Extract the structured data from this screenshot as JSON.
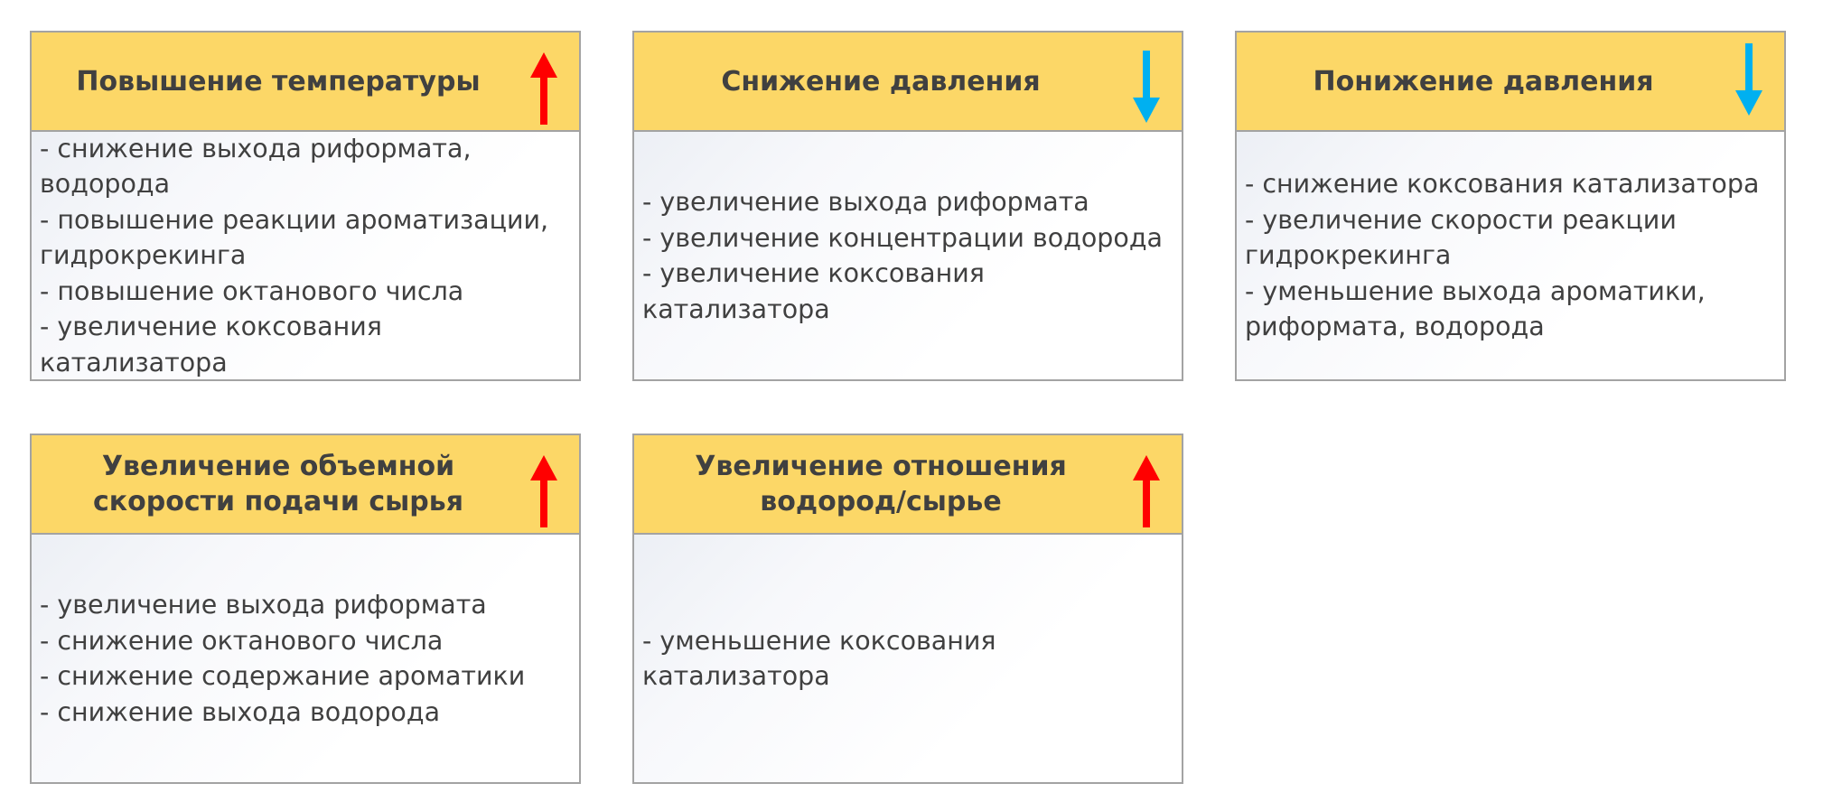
{
  "colors": {
    "header_fill": "#fcd767",
    "border": "#a3a3a3",
    "text": "#404040",
    "arrow_up": "#ff0000",
    "arrow_down": "#00b0f0"
  },
  "cards": [
    {
      "title": "Повышение температуры",
      "arrow": "up-arrow-icon",
      "items": [
        "- снижение выхода риформата,",
        "водорода",
        "- повышение реакции ароматизации,",
        "гидрокрекинга",
        "- повышение октанового числа",
        "- увеличение коксования",
        "катализатора"
      ]
    },
    {
      "title": "Снижение давления",
      "arrow": "down-arrow-icon",
      "items": [
        "- увеличение выхода риформата",
        "- увеличение концентрации водорода",
        "- увеличение коксования",
        "катализатора"
      ]
    },
    {
      "title": "Понижение давления",
      "arrow": "down-arrow-icon",
      "items": [
        "- снижение коксования катализатора",
        "- увеличение скорости реакции",
        "гидрокрекинга",
        "- уменьшение выхода ароматики,",
        "риформата, водорода"
      ]
    },
    {
      "title": "Увеличение объемной\nскорости подачи сырья",
      "arrow": "up-arrow-icon",
      "items": [
        "- увеличение выхода риформата",
        "- снижение октанового числа",
        "- снижение содержание ароматики",
        "- снижение выхода водорода"
      ]
    },
    {
      "title": "Увеличение отношения\nводород/сырье",
      "arrow": "up-arrow-icon",
      "items": [
        "- уменьшение коксования",
        "катализатора"
      ]
    }
  ]
}
